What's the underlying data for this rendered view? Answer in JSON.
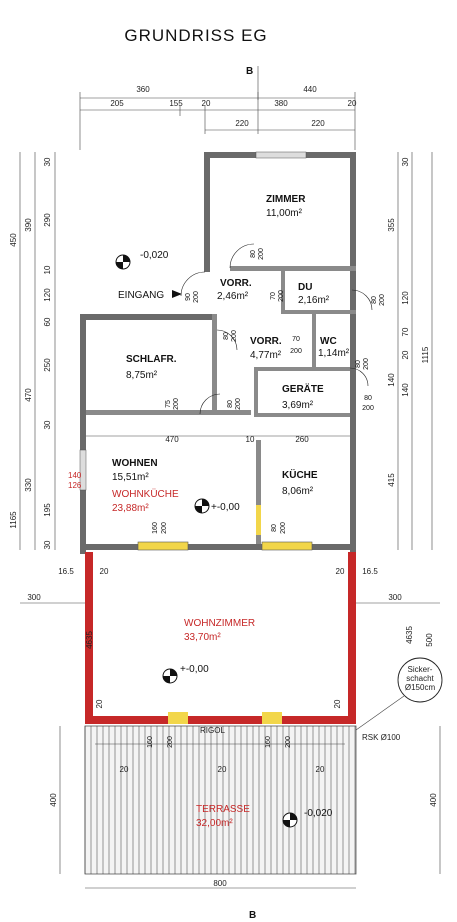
{
  "title": "GRUNDRISS EG",
  "section_mark": "B",
  "rooms": {
    "zimmer": {
      "name": "ZIMMER",
      "area": "11,00m²"
    },
    "vorr1": {
      "name": "VORR.",
      "area": "2,46m²"
    },
    "du": {
      "name": "DU",
      "area": "2,16m²"
    },
    "vorr2": {
      "name": "VORR.",
      "area": "4,77m²"
    },
    "wc": {
      "name": "WC",
      "area": "1,14m²"
    },
    "schlafr": {
      "name": "SCHLAFR.",
      "area": "8,75m²"
    },
    "geraete": {
      "name": "GERÄTE",
      "area": "3,69m²"
    },
    "wohnen": {
      "name": "WOHNEN",
      "area": "15,51m²"
    },
    "wohnkueche": {
      "name": "WOHNKÜCHE",
      "area": "23,88m²"
    },
    "kueche": {
      "name": "KÜCHE",
      "area": "8,06m²"
    },
    "wohnzimmer": {
      "name": "WOHNZIMMER",
      "area": "33,70m²"
    },
    "terrasse": {
      "name": "TERRASSE",
      "area": "32,00m²"
    }
  },
  "labels": {
    "eingang": "EINGANG",
    "rigol": "RIGOL",
    "rsk": "RSK Ø100",
    "sicker": [
      "Sicker-",
      "schacht",
      "Ø150cm"
    ]
  },
  "levels": {
    "entry": "-0,020",
    "wohnen": "+-0,00",
    "wohnzimmer": "+-0,00",
    "terrasse": "-0,020"
  },
  "doors": {
    "d1": [
      "90",
      "200"
    ],
    "d2": [
      "80",
      "200"
    ],
    "d3": [
      "70",
      "200"
    ],
    "d4": [
      "80",
      "200"
    ],
    "d5": [
      "80",
      "200"
    ],
    "d6": [
      "70",
      "200"
    ],
    "d7": [
      "80",
      "200"
    ],
    "d8": [
      "80",
      "200"
    ],
    "d9": [
      "75",
      "200"
    ],
    "d10": [
      "80",
      "200"
    ],
    "d11": [
      "160",
      "200"
    ],
    "d12": [
      "80",
      "200"
    ],
    "d13": [
      "160",
      "200"
    ],
    "d14": [
      "160",
      "200"
    ],
    "w1": [
      "140",
      "126"
    ]
  },
  "dims_top": {
    "row1": [
      "360",
      "440"
    ],
    "row2": [
      "205",
      "155",
      "20",
      "380",
      "20"
    ],
    "row3": [
      "220",
      "220"
    ]
  },
  "dims_left": {
    "outer": [
      "450",
      "1165"
    ],
    "mid": [
      "390",
      "470",
      "330"
    ],
    "inner": [
      "30",
      "290",
      "10",
      "120",
      "60",
      "250",
      "30",
      "195",
      "30"
    ]
  },
  "dims_right": {
    "outer": [
      "1115"
    ],
    "mid": [
      "355",
      "140",
      "415"
    ],
    "inner": [
      "30",
      "120",
      "70",
      "20",
      "140"
    ]
  },
  "dims_mid": {
    "row": [
      "470",
      "10",
      "260"
    ]
  },
  "dims_living": {
    "side_left": [
      "300",
      "16.5",
      "4635"
    ],
    "side_right": [
      "300",
      "16.5",
      "4635",
      "20",
      "500"
    ],
    "twenty": [
      "20",
      "20",
      "20"
    ]
  },
  "dims_terrace": {
    "bottom": "800",
    "left": "400",
    "right": "400",
    "marks": [
      "20",
      "20",
      "20"
    ]
  }
}
